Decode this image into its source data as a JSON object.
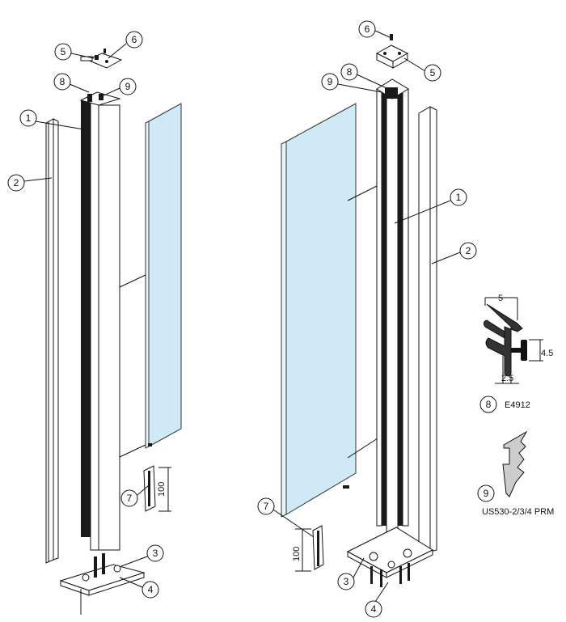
{
  "title": "Glass panel post assembly exploded view",
  "callouts": {
    "c1": "1",
    "c2": "2",
    "c3": "3",
    "c4": "4",
    "c5": "5",
    "c6": "6",
    "c7": "7",
    "c8": "8",
    "c9": "9"
  },
  "dimensions": {
    "bracket_height": "100",
    "seal_width": "5",
    "seal_height": "4.5",
    "seal_base": "2.5"
  },
  "parts": {
    "seal_8_code": "E4912",
    "seal_9_code": "US530-2/3/4 PRM"
  },
  "colors": {
    "glass": "#cfe9f7",
    "seal_9": "#cccccc"
  }
}
